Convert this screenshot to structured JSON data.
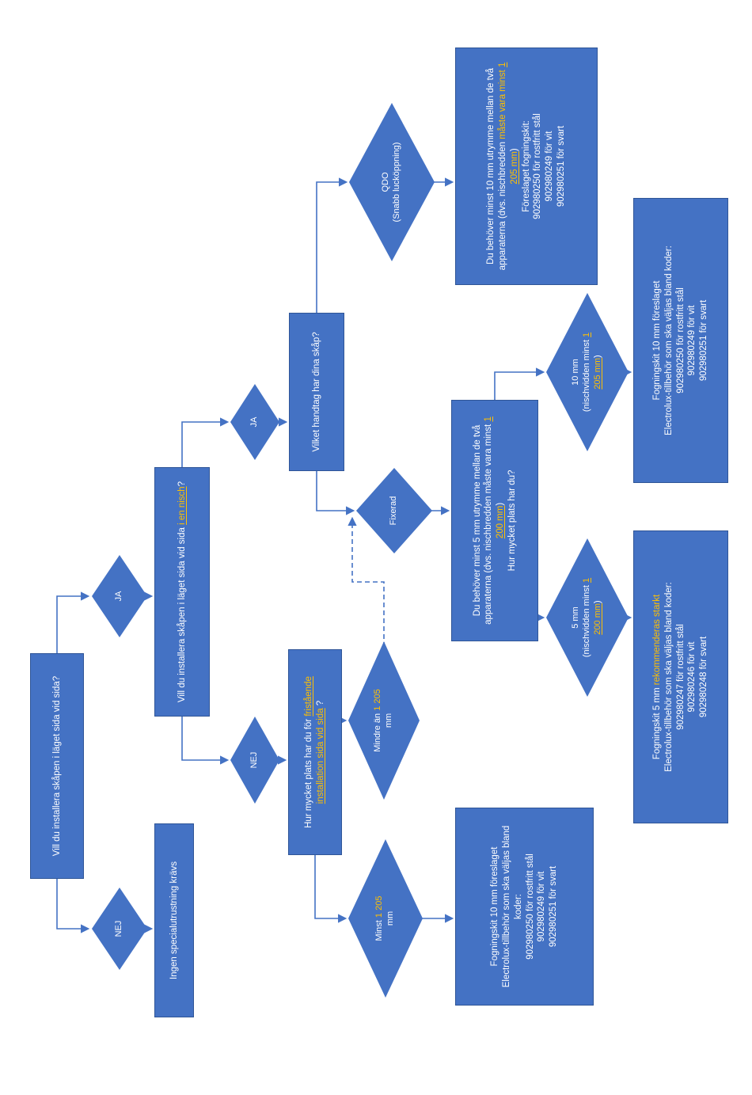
{
  "colors": {
    "shape_fill": "#4472C4",
    "shape_border": "#2F5597",
    "accent": "#FFC000",
    "text": "#FFFFFF",
    "connector": "#4472C4"
  },
  "nodes": {
    "start": {
      "text": "Vill du installera skåpen i läget sida vid sida?"
    },
    "nej1": {
      "text": "NEJ"
    },
    "ja1": {
      "text": "JA"
    },
    "r1": {
      "text": "Ingen specialutrustning krävs"
    },
    "q2": {
      "p1": "Vill du installera skåpen i läget sida vid sida ",
      "accent_u": "i en nisch",
      "p2": "?"
    },
    "ja2": {
      "text": "JA"
    },
    "nej2": {
      "text": "NEJ"
    },
    "q3": {
      "text": "Vilket handtag har dina skåp?"
    },
    "q4": {
      "p1": "Hur mycket plats har du för ",
      "accent_u": "fristående installation sida vid sida",
      "p2": " ?"
    },
    "d_qdo": {
      "l1": "QDO",
      "l2": "(Snabb lucköppning)"
    },
    "d_fix": {
      "text": "Fixerad"
    },
    "r_qdo": {
      "p1": "Du behöver minst 10 mm utrymme mellan de två apparaterna (dvs. nischbredden ",
      "accent": "måste vara minst ",
      "accent_u": "1 205 mm",
      "p2": ")",
      "subtitle": "Föreslaget fogningskit:",
      "codes": [
        "902980250 för rostfritt stål",
        "902980249 för vit",
        "902980251 för svart"
      ]
    },
    "r_fix": {
      "p1": "Du behöver minst 5 mm utrymme mellan de två apparaterna (dvs. nischbredden måste vara minst ",
      "accent_u": "1 200 mm",
      "p2": ")",
      "question": "Hur mycket plats har du?"
    },
    "d_10": {
      "l1": "10 mm",
      "p1": "(nischvidden minst ",
      "accent_u": "1 205 mm",
      "p2": ")"
    },
    "d_5": {
      "l1": "5 mm",
      "p1": "(nischvidden minst ",
      "accent_u": "1 200 mm",
      "p2": ")"
    },
    "r_10": {
      "t1": "Fogningskit 10 mm föreslaget",
      "t2": "Electrolux-tillbehör som ska väljas bland koder:",
      "codes": [
        "902980250 för rostfritt stål",
        "902980249 för vit",
        "902980251 för svart"
      ]
    },
    "r_5": {
      "t1": "Fogningskit 5 mm ",
      "accent": "rekommenderas starkt",
      "t2": "Electrolux-tillbehör som ska väljas bland koder:",
      "codes": [
        "902980247 för rostfritt stål",
        "902980246 för vit",
        "902980248 för svart"
      ]
    },
    "d_min": {
      "p1": "Mindre än ",
      "accent": "1 205",
      "p2": " mm"
    },
    "d_minst": {
      "p1": "Minst ",
      "accent": "1 205",
      "p2": " mm"
    },
    "r_minst": {
      "t1": "Fogningskit 10 mm föreslaget",
      "t2": "Electrolux-tillbehör som ska väljas bland koder:",
      "codes": [
        "902980250 för rostfritt stål",
        "902980249 för vit",
        "902980251 för svart"
      ]
    }
  },
  "edges": [
    {
      "from": "start",
      "to": "nej1"
    },
    {
      "from": "start",
      "to": "ja1"
    },
    {
      "from": "nej1",
      "to": "r1"
    },
    {
      "from": "ja1",
      "to": "q2"
    },
    {
      "from": "q2",
      "to": "ja2"
    },
    {
      "from": "q2",
      "to": "nej2"
    },
    {
      "from": "ja2",
      "to": "q3"
    },
    {
      "from": "nej2",
      "to": "q4"
    },
    {
      "from": "q3",
      "to": "d_qdo"
    },
    {
      "from": "q3",
      "to": "d_fix"
    },
    {
      "from": "d_qdo",
      "to": "r_qdo"
    },
    {
      "from": "d_fix",
      "to": "r_fix"
    },
    {
      "from": "r_fix",
      "to": "d_10"
    },
    {
      "from": "r_fix",
      "to": "d_5"
    },
    {
      "from": "d_10",
      "to": "r_10"
    },
    {
      "from": "d_5",
      "to": "r_5"
    },
    {
      "from": "q4",
      "to": "d_min"
    },
    {
      "from": "q4",
      "to": "d_minst"
    },
    {
      "from": "d_minst",
      "to": "r_minst"
    },
    {
      "from": "d_min",
      "to": "d_fix",
      "style": "dashed"
    }
  ]
}
